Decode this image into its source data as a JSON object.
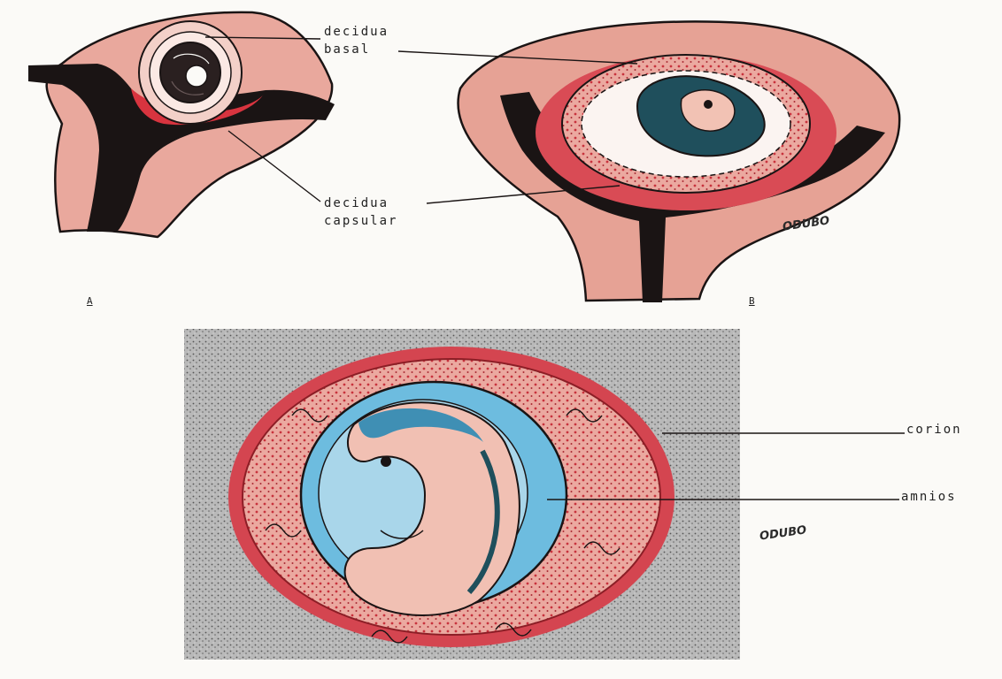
{
  "labels": {
    "decidua_basal_1": "decidua",
    "decidua_basal_2": "basal",
    "decidua_capsular_1": "decidua",
    "decidua_capsular_2": "capsular",
    "corion": "corion",
    "amnios": "amnios"
  },
  "panels": {
    "a": "A",
    "b": "B"
  },
  "signatures": {
    "top": "ODUBO",
    "bottom": "ODUBO"
  },
  "colors": {
    "tissue_pink": "#e8a79e",
    "tissue_red": "#d8343f",
    "lumen_black": "#1a1414",
    "amnion_blue": "#5fb2d6",
    "embryo_teal": "#1f4f5c",
    "embryo_skin": "#f2c2b4",
    "paper": "#fbfaf7",
    "stipple_bg": "#8d8d8d"
  }
}
